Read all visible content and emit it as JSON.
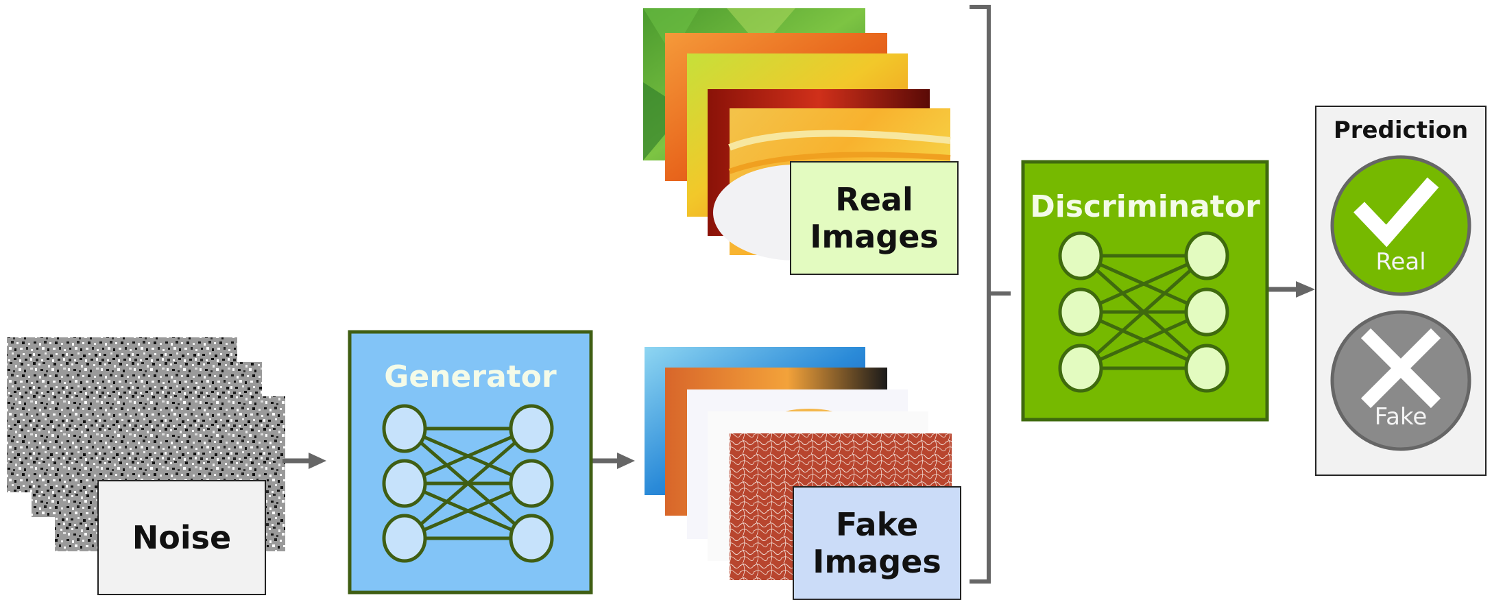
{
  "noise": {
    "label": "Noise"
  },
  "generator": {
    "title": "Generator"
  },
  "real_images": {
    "label": "Real\nImages"
  },
  "fake_images": {
    "label": "Fake\nImages"
  },
  "discriminator": {
    "title": "Discriminator"
  },
  "prediction": {
    "title": "Prediction",
    "real_label": "Real",
    "fake_label": "Fake"
  },
  "colors": {
    "generator_fill": "#82c4f7",
    "generator_border": "#3f5e13",
    "generator_node": "#c6e2fb",
    "discriminator_fill": "#76b900",
    "discriminator_border": "#3f6a0e",
    "discriminator_node": "#e3fbc0",
    "real_circle": "#76b900",
    "fake_circle": "#8a8a8a",
    "arrow": "#666666"
  },
  "icons": {
    "real": "checkmark-icon",
    "fake": "x-icon"
  }
}
